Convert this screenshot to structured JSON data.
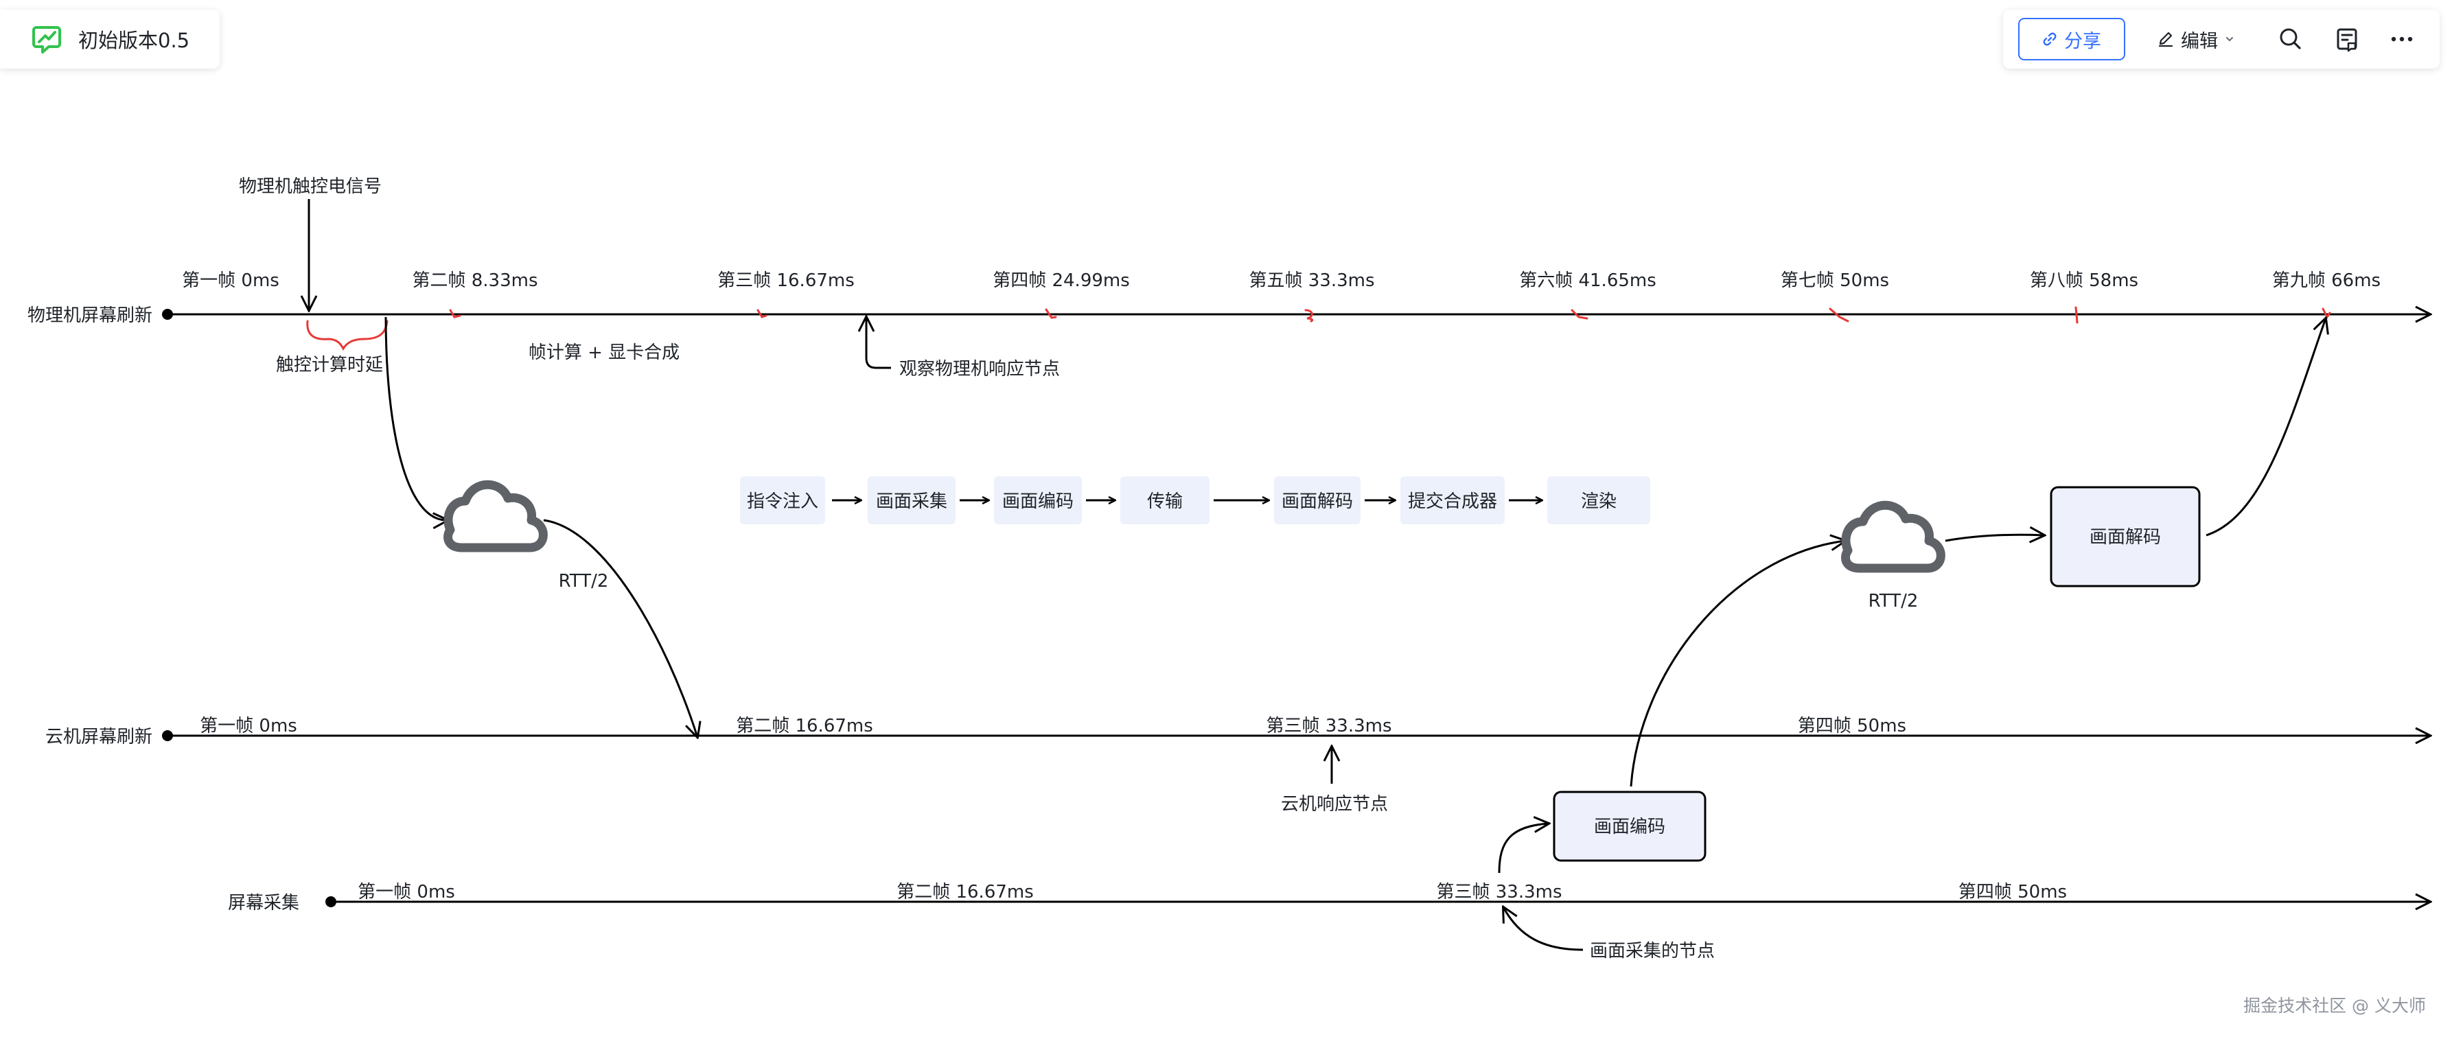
{
  "header": {
    "doc_title": "初始版本0.5",
    "share_label": "分享",
    "edit_label": "编辑"
  },
  "icons": {
    "doc": "whiteboard-doc-icon",
    "share": "link-icon",
    "edit": "pencil-icon",
    "edit_menu": "chevron-down-icon",
    "search": "search-icon",
    "comment": "comment-list-icon",
    "more": "more-icon"
  },
  "colors": {
    "accent": "#3370ff",
    "brand_green": "#32c24d",
    "line": "#000000",
    "box_fill": "#eef1fb",
    "step_fill": "#edf1fb",
    "cloud": "#5f6368",
    "annotation_red": "#e53935"
  },
  "diagram": {
    "tracks": [
      {
        "id": "physical",
        "label": "物理机屏幕刷新",
        "frames": [
          "第一帧 0ms",
          "第二帧 8.33ms",
          "第三帧 16.67ms",
          "第四帧 24.99ms",
          "第五帧 33.3ms",
          "第六帧 41.65ms",
          "第七帧 50ms",
          "第八帧 58ms",
          "第九帧 66ms"
        ]
      },
      {
        "id": "cloud",
        "label": "云机屏幕刷新",
        "frames": [
          "第一帧 0ms",
          "第二帧 16.67ms",
          "第三帧 33.3ms",
          "第四帧 50ms"
        ]
      },
      {
        "id": "capture",
        "label": "屏幕采集",
        "frames": [
          "第一帧 0ms",
          "第二帧 16.67ms",
          "第三帧 33.3ms",
          "第四帧 50ms"
        ]
      }
    ],
    "annotations": {
      "touch_signal": "物理机触控电信号",
      "touch_delay": "触控计算时延",
      "frame_compute": "帧计算 + 显卡合成",
      "observe_node": "观察物理机响应节点",
      "rtt_left": "RTT/2",
      "rtt_right": "RTT/2",
      "cloud_response": "云机响应节点",
      "capture_node": "画面采集的节点"
    },
    "pipeline": [
      "指令注入",
      "画面采集",
      "画面编码",
      "传输",
      "画面解码",
      "提交合成器",
      "渲染"
    ],
    "boxes": {
      "encode": "画面编码",
      "decode": "画面解码"
    }
  },
  "footer": {
    "watermark": "掘金技术社区 @ 义大师"
  }
}
